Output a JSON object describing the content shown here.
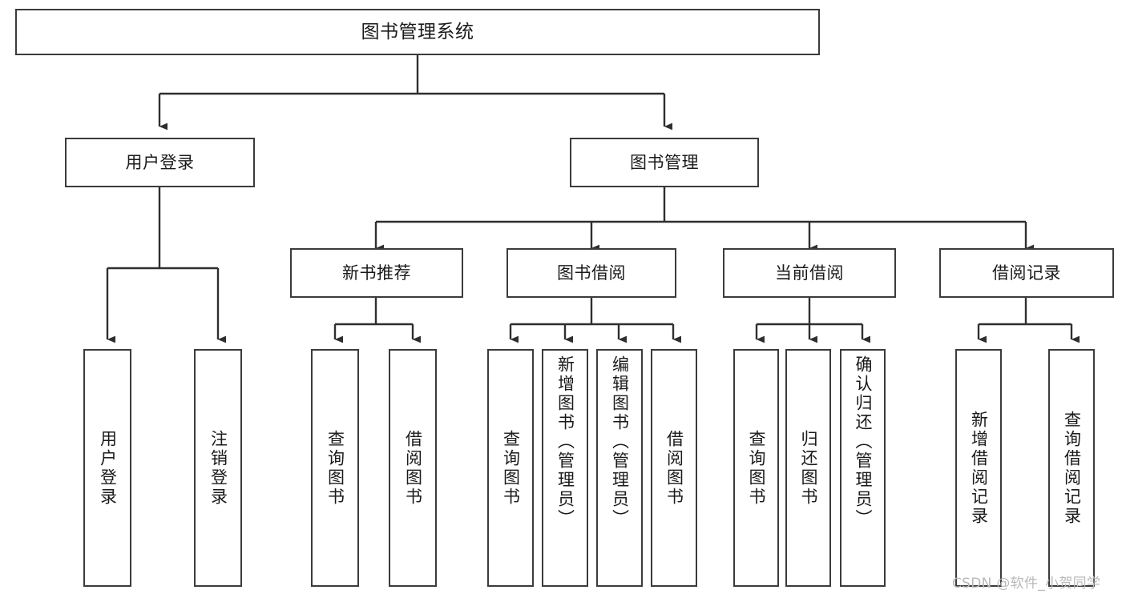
{
  "diagram": {
    "type": "tree-hierarchy",
    "title": "图书管理系统",
    "watermark": "CSDN @软件_小贺同学",
    "colors": {
      "box_border": "#3b3b3b",
      "box_fill": "#ffffff",
      "connector": "#2f2f2f",
      "text": "#1a1a1a",
      "watermark": "#b9b9b9"
    },
    "root": {
      "label": "图书管理系统"
    },
    "level1": [
      {
        "label": "用户登录"
      },
      {
        "label": "图书管理"
      }
    ],
    "level2": [
      {
        "label": "新书推荐"
      },
      {
        "label": "图书借阅"
      },
      {
        "label": "当前借阅"
      },
      {
        "label": "借阅记录"
      }
    ],
    "leaves": {
      "user_login": [
        {
          "label": "用户登录"
        },
        {
          "label": "注销登录"
        }
      ],
      "new_book_recommend": [
        {
          "label": "查询图书"
        },
        {
          "label": "借阅图书"
        }
      ],
      "book_borrow": [
        {
          "label": "查询图书"
        },
        {
          "label": "新增图书（管理员）"
        },
        {
          "label": "编辑图书（管理员）"
        },
        {
          "label": "借阅图书"
        }
      ],
      "current_borrow": [
        {
          "label": "查询图书"
        },
        {
          "label": "归还图书"
        },
        {
          "label": "确认归还（管理员）"
        }
      ],
      "borrow_record": [
        {
          "label": "新增借阅记录"
        },
        {
          "label": "查询借阅记录"
        }
      ]
    }
  }
}
